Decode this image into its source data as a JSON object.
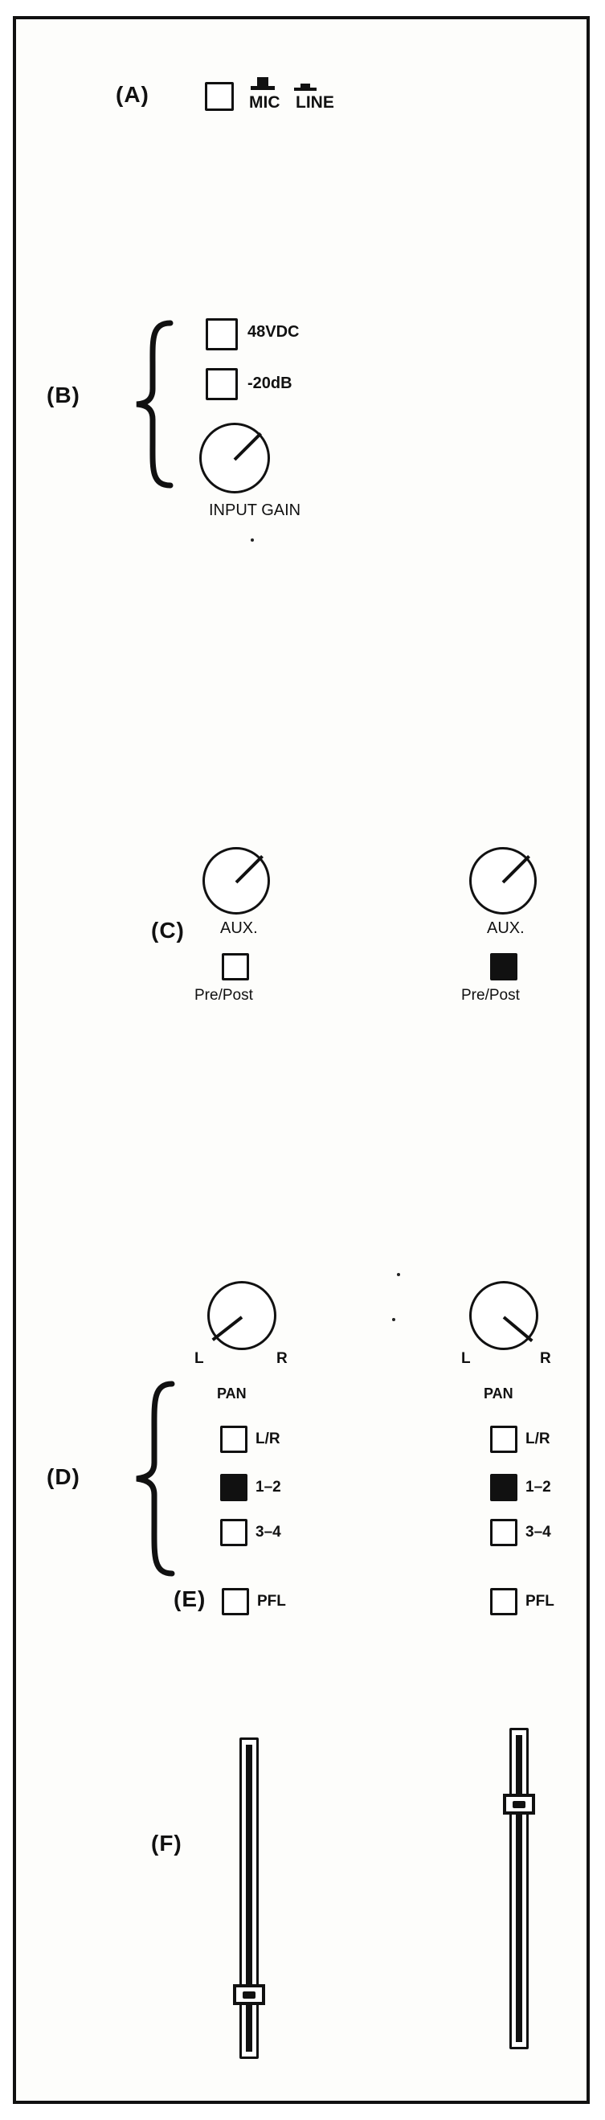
{
  "sections": {
    "a": "(A)",
    "b": "(B)",
    "c": "(C)",
    "d": "(D)",
    "e": "(E)",
    "f": "(F)"
  },
  "input_select": {
    "mic": "MIC",
    "line": "LINE"
  },
  "preamp": {
    "phantom": "48VDC",
    "pad": "-20dB",
    "gain": "INPUT GAIN"
  },
  "aux": [
    {
      "label": "AUX.",
      "prepost": "Pre/Post",
      "prepost_on": false
    },
    {
      "label": "AUX.",
      "prepost": "Pre/Post",
      "prepost_on": true
    }
  ],
  "channels": [
    {
      "pan_left": "L",
      "pan_right": "R",
      "pan_title": "PAN",
      "routing": [
        {
          "label": "L/R",
          "on": false
        },
        {
          "label": "1–2",
          "on": true
        },
        {
          "label": "3–4",
          "on": false
        }
      ],
      "pfl": "PFL",
      "fader_level": 0.18
    },
    {
      "pan_left": "L",
      "pan_right": "R",
      "pan_title": "PAN",
      "routing": [
        {
          "label": "L/R",
          "on": false
        },
        {
          "label": "1–2",
          "on": true
        },
        {
          "label": "3–4",
          "on": false
        }
      ],
      "pfl": "PFL",
      "fader_level": 0.78
    }
  ]
}
